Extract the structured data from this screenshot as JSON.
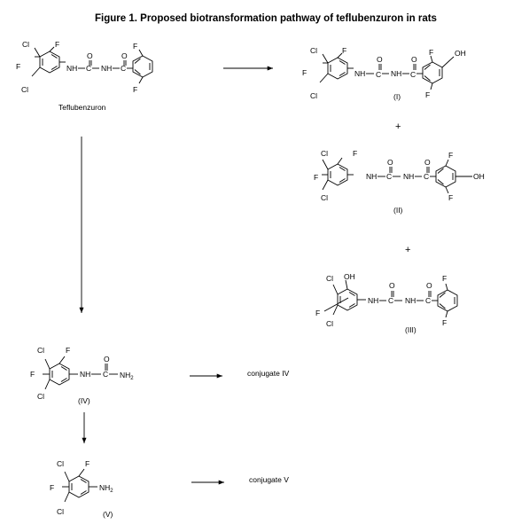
{
  "title": "Figure 1.  Proposed biotransformation pathway of teflubenzuron in rats",
  "atoms": {
    "cl": "Cl",
    "f": "F",
    "o": "O",
    "nh": "NH",
    "c": "C",
    "oh": "OH",
    "nh2": "NH",
    "nh2_subscript": "2"
  },
  "compounds": {
    "parent": "Teflubenzuron",
    "i": "(I)",
    "ii": "(II)",
    "iii": "(III)",
    "iv": "(IV)",
    "v": "(V)"
  },
  "plus": "+",
  "conjugates": {
    "iv": "conjugate IV",
    "v": "conjugate V"
  }
}
